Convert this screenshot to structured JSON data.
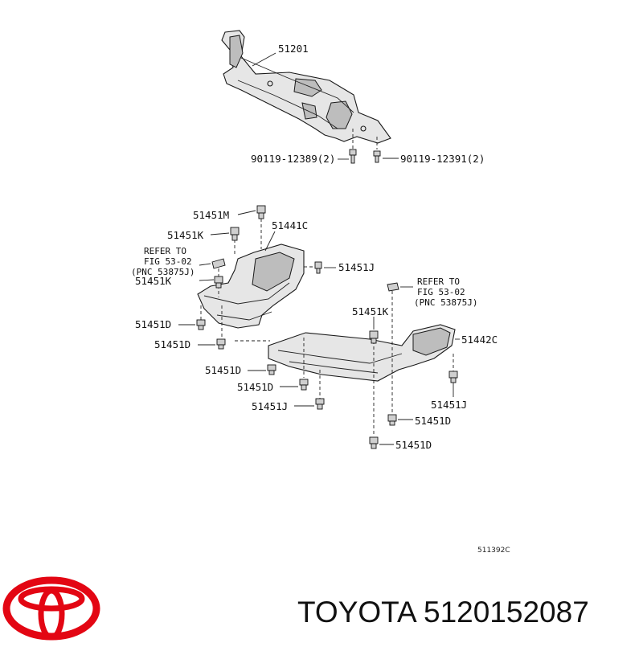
{
  "diagram": {
    "callouts": {
      "c51201": "51201",
      "c90119_12389": "90119-12389(2)",
      "c90119_12391": "90119-12391(2)",
      "c51451M": "51451M",
      "c51441C": "51441C",
      "c51451K_a": "51451K",
      "refer_left_1": "REFER TO",
      "refer_left_2": "FIG 53-02",
      "refer_left_3": "(PNC 53875J)",
      "c51451K_b": "51451K",
      "c51451J_a": "51451J",
      "refer_right_1": "REFER TO",
      "refer_right_2": "FIG 53-02",
      "refer_right_3": "(PNC 53875J)",
      "c51451K_c": "51451K",
      "c51451D_a": "51451D",
      "c51451D_b": "51451D",
      "c51442C": "51442C",
      "c51451D_c": "51451D",
      "c51451D_d": "51451D",
      "c51451J_b": "51451J",
      "c51451J_c": "51451J",
      "c51451D_e": "51451D",
      "c51451D_f": "51451D"
    },
    "drawing_code": "511392C"
  },
  "brand": {
    "name": "TOYOTA",
    "part_number": "5120152087",
    "logo_color": "#e30613"
  }
}
